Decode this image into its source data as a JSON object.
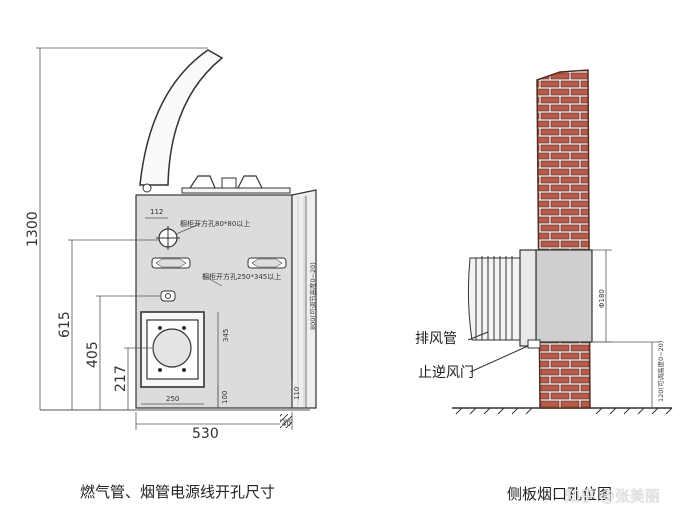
{
  "left_figure": {
    "dims": {
      "h1300": "1300",
      "h615": "615",
      "h405": "405",
      "h217": "217",
      "w530": "530",
      "w40": "40",
      "d112": "112",
      "d250": "250",
      "d345": "345",
      "d100": "100",
      "d110": "110",
      "d800": "800(可调节高度0~20)"
    },
    "notes": {
      "top_hole": "橱柜开方孔80*80以上",
      "mid_hole": "橱柜开方孔250*345以上"
    },
    "caption": "燃气管、烟管电源线开孔尺寸"
  },
  "right_figure": {
    "labels": {
      "duct": "排风管",
      "check_valve": "止逆风门",
      "dia": "Φ180",
      "height": "120(可调高度0~20)"
    },
    "caption": "侧板烟口孔位图",
    "watermark": "知乎 @张美丽"
  },
  "colors": {
    "brick": "#b85a48",
    "mortar": "#eeeeee",
    "cabinet_fill": "#dcdcdc",
    "line": "#444444"
  }
}
